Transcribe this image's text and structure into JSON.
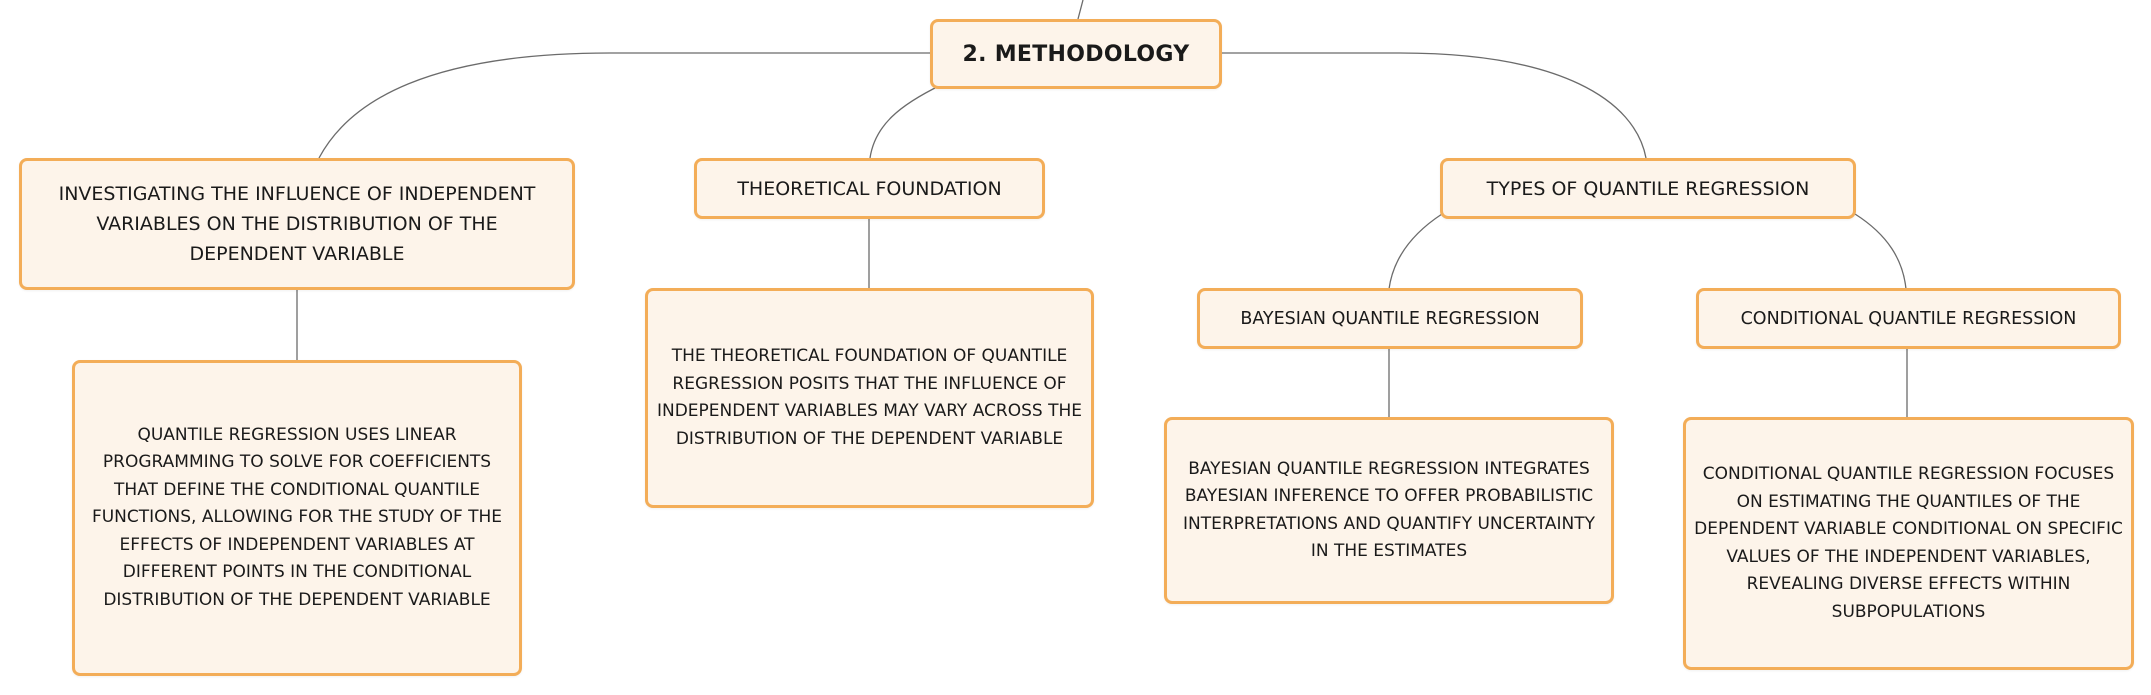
{
  "diagram": {
    "root": {
      "label": "2. METHODOLOGY"
    },
    "branches": [
      {
        "label": "INVESTIGATING THE INFLUENCE OF INDEPENDENT VARIABLES ON THE DISTRIBUTION OF THE DEPENDENT VARIABLE",
        "detail": "QUANTILE REGRESSION USES LINEAR PROGRAMMING TO SOLVE FOR COEFFICIENTS THAT DEFINE THE CONDITIONAL QUANTILE FUNCTIONS, ALLOWING FOR THE STUDY OF THE EFFECTS OF INDEPENDENT VARIABLES AT DIFFERENT POINTS IN THE CONDITIONAL DISTRIBUTION OF THE DEPENDENT VARIABLE"
      },
      {
        "label": "THEORETICAL FOUNDATION",
        "detail": "THE THEORETICAL FOUNDATION OF QUANTILE REGRESSION POSITS THAT THE INFLUENCE OF INDEPENDENT VARIABLES MAY VARY ACROSS THE DISTRIBUTION OF THE DEPENDENT VARIABLE"
      },
      {
        "label": "TYPES OF QUANTILE REGRESSION",
        "children": [
          {
            "label": "BAYESIAN QUANTILE REGRESSION",
            "detail": "BAYESIAN QUANTILE REGRESSION INTEGRATES BAYESIAN INFERENCE TO OFFER PROBABILISTIC INTERPRETATIONS AND QUANTIFY UNCERTAINTY IN THE ESTIMATES"
          },
          {
            "label": "CONDITIONAL QUANTILE REGRESSION",
            "detail": "CONDITIONAL QUANTILE REGRESSION FOCUSES ON ESTIMATING THE QUANTILES OF THE DEPENDENT VARIABLE CONDITIONAL ON SPECIFIC VALUES OF THE INDEPENDENT VARIABLES, REVEALING DIVERSE EFFECTS WITHIN SUBPOPULATIONS"
          }
        ]
      }
    ]
  },
  "colors": {
    "node_fill": "#fdf4ea",
    "node_border": "#f3ad58",
    "connector": "#6b6b6b",
    "text": "#1a1a1a"
  }
}
